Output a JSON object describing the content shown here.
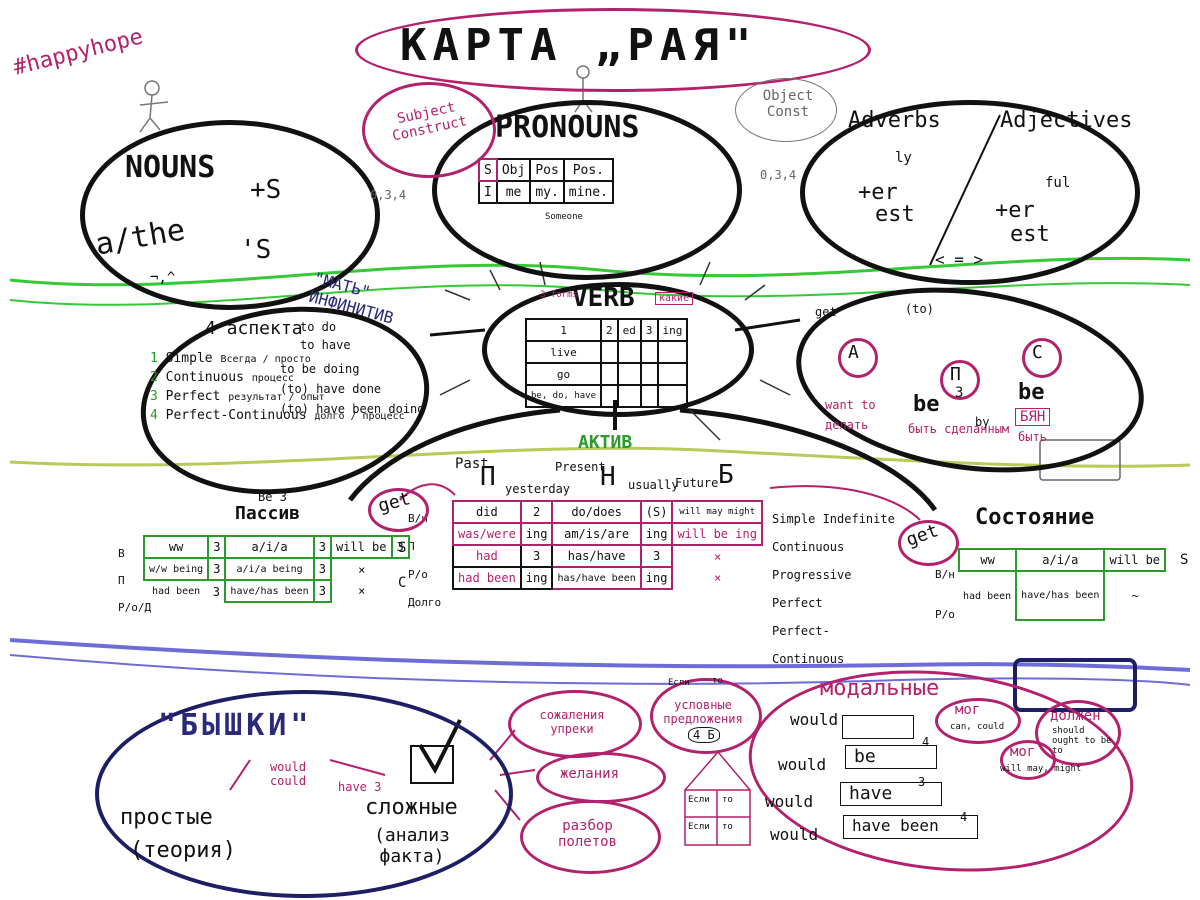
{
  "hashtag": "#happyhope",
  "title": "КАРТА „РАЯ\"",
  "pronouns": {
    "title": "PRONOUNS",
    "subject_construct": "Subject Construct",
    "object_const": "Object Const",
    "headers": [
      "S",
      "Obj",
      "Pos",
      "Pos."
    ],
    "row": [
      "I",
      "me",
      "my.",
      "mine."
    ],
    "someone": "Someone",
    "marks": "0,3,4"
  },
  "nouns": {
    "title": "NOUNS",
    "article": "a/the",
    "plus_s": "+S",
    "apos_s": "'S",
    "symbols": "¬,^"
  },
  "adverbs_adjectives": {
    "adverbs": "Adverbs",
    "adjectives": "Adjectives",
    "ly": "ly",
    "ful": "ful",
    "er_est_left": [
      "+er",
      "est"
    ],
    "er_est_right": [
      "+er",
      "est"
    ],
    "compare": "< = >",
    "marks": "0,3,4"
  },
  "mat_infinitiv": "\"МАТЬ\" ИНФИНИТИВ",
  "verb": {
    "title": "VERB",
    "forms_label": "3 forms",
    "kakie": "какие",
    "col_headers": [
      "1",
      "2",
      "ed",
      "3",
      "ing"
    ],
    "rows": [
      "live",
      "go",
      "be, do, have"
    ]
  },
  "aspects": {
    "title": "4 аспекта",
    "to_do": "to do",
    "to_have": "to have",
    "items": [
      {
        "num": "1",
        "name": "Simple",
        "ru": "Всегда / просто"
      },
      {
        "num": "2",
        "name": "Continuous",
        "ru": "процесс"
      },
      {
        "num": "3",
        "name": "Perfect",
        "ru": "результат / опыт"
      },
      {
        "num": "4",
        "name": "Perfect-Continuous",
        "ru": "долго / процесс"
      }
    ],
    "forms": [
      "to be doing",
      "(to) have done",
      "(to) have been doing"
    ]
  },
  "apc": {
    "letters": [
      "A",
      "П",
      "C"
    ],
    "to": "(to)",
    "get": "get",
    "be_a": "be",
    "be_c": "be",
    "want_to": "want to",
    "delat": "делать",
    "byt_sdelannym": "быть сделанным",
    "by": "by",
    "byt": "быть",
    "byan": "БЯН",
    "three": "3"
  },
  "activ": "АКТИВ",
  "tenses": {
    "past": "Past",
    "present": "Present",
    "future": "Future",
    "past_letter": "П",
    "present_letter": "Н",
    "future_letter": "Б",
    "yesterday": "yesterday",
    "usually": "usually",
    "row_labels": [
      "В/н",
      "П",
      "Р/о",
      "Долго"
    ],
    "aspect_names": [
      "Simple Indefinite",
      "Continuous Progressive",
      "Perfect",
      "Perfect-Continuous"
    ],
    "rows": [
      [
        "did",
        "2",
        "do/does",
        "(S)",
        "will may might"
      ],
      [
        "was/were",
        "ing",
        "am/is/are",
        "ing",
        "will be ing"
      ],
      [
        "had",
        "3",
        "has/have",
        "3",
        "×"
      ],
      [
        "had been",
        "ing",
        "has/have been",
        "ing",
        "×"
      ]
    ],
    "get_circle": "get"
  },
  "passive": {
    "title": "Пассив",
    "be3": "Be 3",
    "row_labels": [
      "В",
      "П",
      "Р/о/Д"
    ],
    "rows": [
      [
        "ww",
        "3",
        "a/i/a",
        "3",
        "will be",
        "3"
      ],
      [
        "w/w being",
        "3",
        "a/i/a being",
        "3",
        "×",
        ""
      ],
      [
        "had been",
        "3",
        "have/has been",
        "3",
        "×",
        ""
      ]
    ],
    "s": "S",
    "c": "C"
  },
  "state": {
    "title": "Состояние",
    "row_labels": [
      "В/н",
      "Р/о"
    ],
    "rows": [
      [
        "ww",
        "a/i/a",
        "will be"
      ],
      [
        "had been",
        "have/has been",
        "~"
      ]
    ],
    "s": "S",
    "get_circle": "get"
  },
  "bumps": {
    "title": "\"БЫШКИ\"",
    "would_could": "would could",
    "have3": "have 3",
    "simple": "простые",
    "theory": "(теория)",
    "complex": "сложные",
    "analysis": "(анализ факта)"
  },
  "bubbles": {
    "regrets": "сожаления упреки",
    "conditions": "условные предложения",
    "wishes": "желания",
    "analysis_errors": "разбор полетов",
    "esli": "Если",
    "to": "то",
    "num": "4 Б"
  },
  "house": {
    "cells": [
      "Если",
      "то",
      "Если",
      "то"
    ]
  },
  "modals": {
    "title": "модальные",
    "mog": "мог",
    "can_could": "can, could",
    "dolzhen": "должен",
    "should": "should ought to be to",
    "mog2": "мог",
    "may_might": "will may, might",
    "rows": [
      {
        "modal": "would",
        "verb": ""
      },
      {
        "modal": "would",
        "verb": "be"
      },
      {
        "modal": "would",
        "verb": "have"
      },
      {
        "modal": "would",
        "verb": "have been"
      }
    ],
    "nums": [
      "4",
      "3",
      "4"
    ]
  }
}
